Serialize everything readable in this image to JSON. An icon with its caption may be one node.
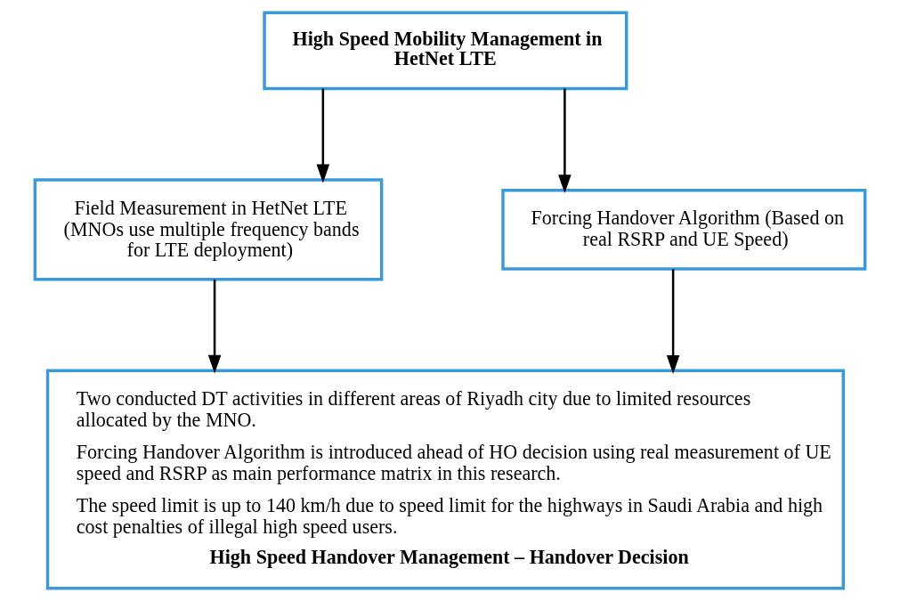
{
  "diagram": {
    "nodes": [
      {
        "text": [
          "High Speed Mobility Management in HetNet LTE"
        ]
      },
      {
        "text": [
          "Field Measurement in HetNet LTE (MNOs use multiple frequency bands for LTE deployment)"
        ]
      },
      {
        "text": [
          "Forcing Handover Algorithm (Based on real RSRP and UE Speed)"
        ]
      },
      {
        "text": [
          "Two conducted DT activities in different areas of Riyadh city due to limited resources allocated by the MNO.",
          "Forcing Handover Algorithm is introduced ahead of HO decision using real measurement of UE speed and RSRP as main performance matrix in this research.",
          "The speed limit is up to 140 km/h due to speed limit for the highways in Saudi Arabia and high cost penalties of illegal high speed users.",
          "High Speed Handover Management – Handover Decision"
        ]
      }
    ],
    "edges": [
      {
        "from": 0,
        "to": 1,
        "arrow": "to"
      },
      {
        "from": 0,
        "to": 2,
        "arrow": "to"
      },
      {
        "from": 1,
        "to": 3,
        "arrow": "to"
      },
      {
        "from": 2,
        "to": 3,
        "arrow": "to"
      }
    ]
  }
}
